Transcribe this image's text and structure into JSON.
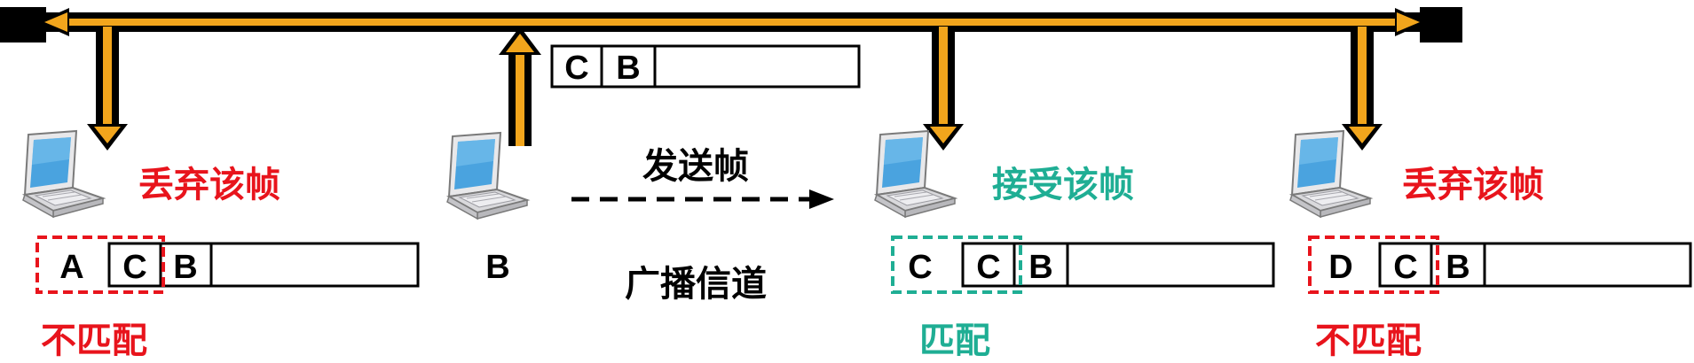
{
  "channel": {
    "label": "广播信道",
    "color": "#f2a51c"
  },
  "transmission": {
    "label": "发送帧"
  },
  "sent_frame": {
    "dest": "C",
    "src": "B"
  },
  "stations": [
    {
      "name": "A",
      "action": "丢弃该帧",
      "match": "不匹配",
      "frame_dest": "C",
      "frame_src": "B",
      "state": "reject",
      "color": "#e8141c"
    },
    {
      "name": "B",
      "role": "sender"
    },
    {
      "name": "C",
      "action": "接受该帧",
      "match": "匹配",
      "frame_dest": "C",
      "frame_src": "B",
      "state": "accept",
      "color": "#1fae94"
    },
    {
      "name": "D",
      "action": "丢弃该帧",
      "match": "不匹配",
      "frame_dest": "C",
      "frame_src": "B",
      "state": "reject",
      "color": "#e8141c"
    }
  ]
}
